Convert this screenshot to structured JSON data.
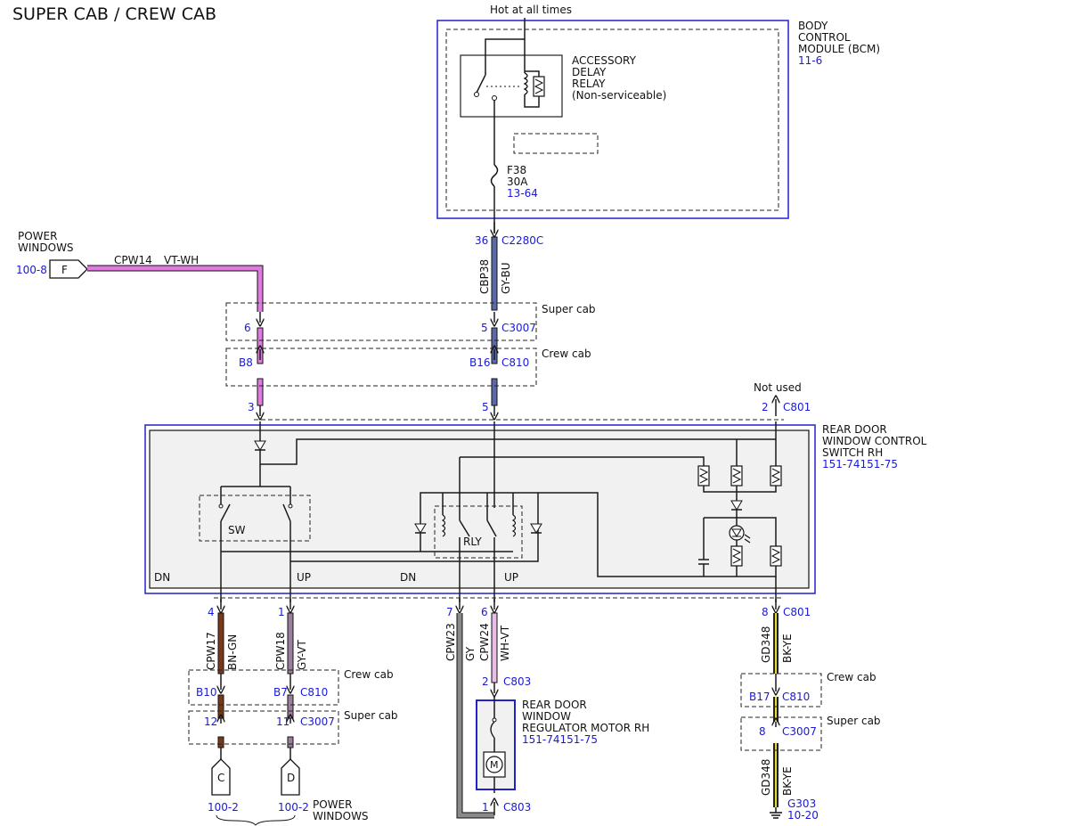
{
  "title": "SUPER CAB / CREW CAB",
  "hot_label": "Hot at all times",
  "bcm": {
    "name_lines": [
      "BODY",
      "CONTROL",
      "MODULE (BCM)"
    ],
    "ref": "11-6",
    "relay_lines": [
      "ACCESSORY",
      "DELAY",
      "RELAY",
      "(Non-serviceable)"
    ],
    "fuse_name": "F38",
    "fuse_rating": "30A",
    "fuse_ref": "13-64"
  },
  "power_windows_top": {
    "label_lines": [
      "POWER",
      "WINDOWS"
    ],
    "ref": "100-8",
    "letter": "F",
    "circuit": "CPW14",
    "color": "VT-WH"
  },
  "c2280c": {
    "pin": "36",
    "name": "C2280C",
    "circuit": "CBP38",
    "color": "GY-BU"
  },
  "super_cab": "Super cab",
  "crew_cab": "Crew cab",
  "not_used": "Not used",
  "connectors_upper": {
    "c3007": {
      "pin_left": "6",
      "pin_right": "5",
      "name": "C3007"
    },
    "c810": {
      "pin_left": "B8",
      "pin_right": "B16",
      "name": "C810"
    },
    "c801_top": {
      "pin_a": "3",
      "pin_b": "5",
      "pin_c": "2",
      "name": "C801"
    }
  },
  "switch": {
    "name_lines": [
      "REAR DOOR",
      "WINDOW CONTROL",
      "SWITCH RH"
    ],
    "ref": "151-74151-75",
    "sw_label": "SW",
    "rly_label": "RLY",
    "dn1": "DN",
    "up1": "UP",
    "dn2": "DN",
    "up2": "UP"
  },
  "lower": {
    "cpw17": {
      "pin": "4",
      "circuit": "CPW17",
      "color": "BN-GN"
    },
    "cpw18": {
      "pin": "1",
      "circuit": "CPW18",
      "color": "GY-VT"
    },
    "cpw23": {
      "pin": "7",
      "circuit": "CPW23",
      "color": "GY"
    },
    "cpw24": {
      "pin": "6",
      "circuit": "CPW24",
      "color": "WH-VT"
    },
    "gd348": {
      "pin": "8",
      "name": "C801",
      "circuit": "GD348",
      "color": "BK-YE"
    },
    "c810_left": {
      "pin_a": "B10",
      "pin_b": "B7",
      "name": "C810"
    },
    "c3007_left": {
      "pin_a": "12",
      "pin_b": "11",
      "name": "C3007"
    },
    "c810_right": {
      "pin": "B17",
      "name": "C810"
    },
    "c3007_right": {
      "pin": "8",
      "name": "C3007"
    },
    "c803_top": {
      "pin": "2",
      "name": "C803"
    },
    "c803_bottom": {
      "pin": "1",
      "name": "C803"
    },
    "ground": {
      "circuit": "GD348",
      "color": "BK-YE",
      "name": "G303",
      "ref": "10-20"
    }
  },
  "motor": {
    "name_lines": [
      "REAR DOOR",
      "WINDOW",
      "REGULATOR MOTOR RH"
    ],
    "ref": "151-74151-75",
    "symbol": "M"
  },
  "power_windows_bottom": {
    "letter_c": "C",
    "letter_d": "D",
    "ref_c": "100-2",
    "ref_d": "100-2",
    "label_lines": [
      "POWER",
      "WINDOWS"
    ]
  },
  "colors": {
    "outline_blue": "#2222cc",
    "ref_blue": "#1a1ad6",
    "vt_wh": "#e07ae0",
    "gy_bu": "#5a6aa8",
    "bn_gn": "#7a3a1a",
    "gy_vt": "#9a7f9a",
    "gy": "#8a8a8a",
    "wh_vt": "#e8bde8",
    "bk_ye": "#222222",
    "bk_ye_stripe": "#e6d83a"
  }
}
